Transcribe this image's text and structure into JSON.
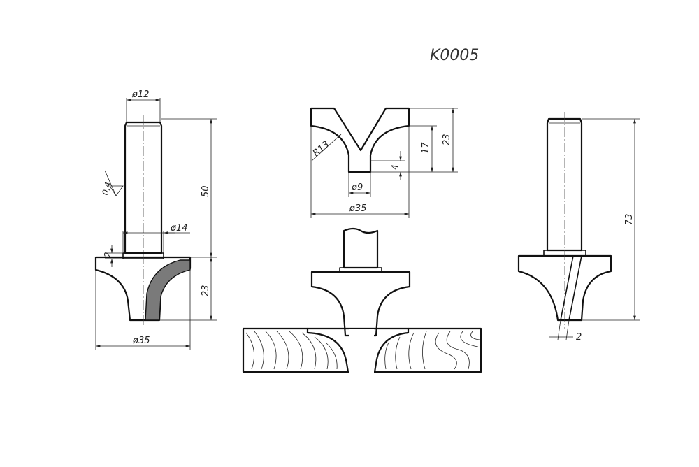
{
  "drawing": {
    "code": "K0005",
    "left_view": {
      "shank_diameter": "ø12",
      "shank_length": "50",
      "roughness": "0,4",
      "bearing_diameter": "ø14",
      "bearing_height": "2",
      "cutter_height": "23",
      "cutter_diameter": "ø35"
    },
    "profile_view": {
      "radius": "R13",
      "total_depth": "23",
      "profile_depth": "17",
      "step": "4",
      "tip_diameter": "ø9",
      "overall_diameter": "ø35"
    },
    "right_view": {
      "total_length": "73",
      "blade_offset": "2"
    },
    "colors": {
      "line": "#111111",
      "insert": "#7a7a7a"
    }
  }
}
